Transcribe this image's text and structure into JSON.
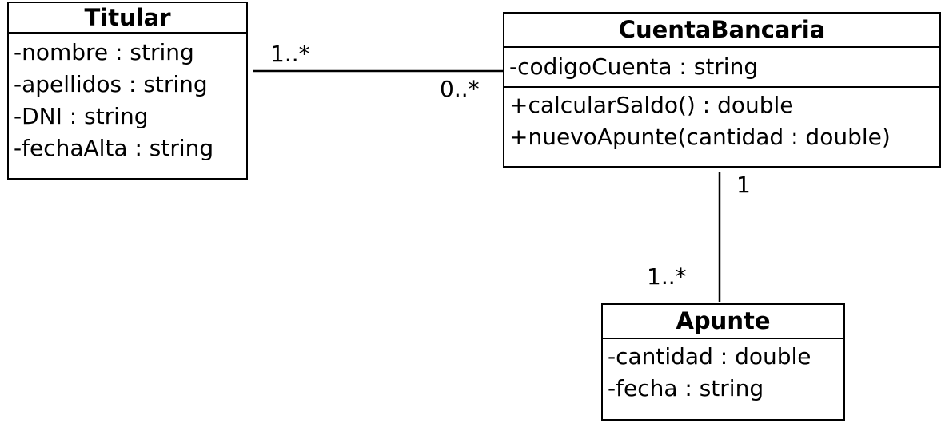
{
  "classes": {
    "titular": {
      "name": "Titular",
      "attributes": [
        "-nombre : string",
        "-apellidos : string",
        "-DNI : string",
        "-fechaAlta : string"
      ],
      "operations": []
    },
    "cuenta": {
      "name": "CuentaBancaria",
      "attributes": [
        "-codigoCuenta : string"
      ],
      "operations": [
        "+calcularSaldo() : double",
        "+nuevoApunte(cantidad : double)"
      ]
    },
    "apunte": {
      "name": "Apunte",
      "attributes": [
        "-cantidad : double",
        "-fecha : string"
      ],
      "operations": []
    }
  },
  "associations": [
    {
      "from": "Titular",
      "to": "CuentaBancaria",
      "from_multiplicity": "1..*",
      "to_multiplicity": "0..*"
    },
    {
      "from": "CuentaBancaria",
      "to": "Apunte",
      "from_multiplicity": "1",
      "to_multiplicity": "1..*"
    }
  ]
}
